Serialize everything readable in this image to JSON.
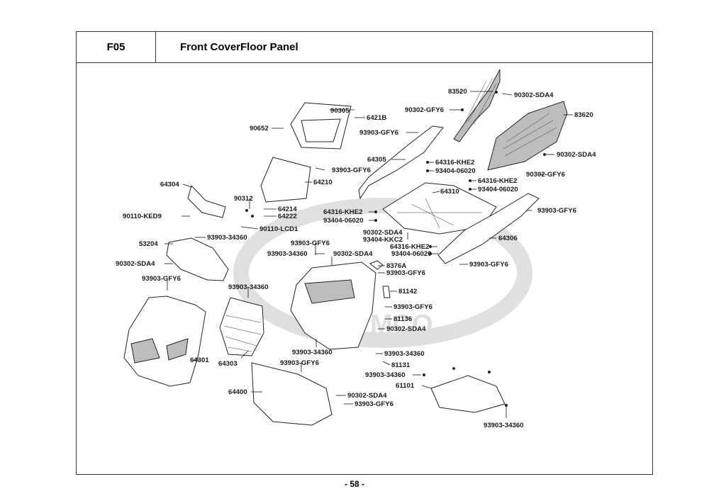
{
  "header": {
    "code": "F05",
    "title": "Front CoverFloor Panel"
  },
  "page_number": "- 58 -",
  "watermark": "KYMCO",
  "parts": [
    {
      "id": "83520",
      "label": "83520"
    },
    {
      "id": "90302-SDA4-a",
      "label": "90302-SDA4"
    },
    {
      "id": "90302-GFY6-a",
      "label": "90302-GFY6"
    },
    {
      "id": "83620",
      "label": "83620"
    },
    {
      "id": "90305",
      "label": "90305"
    },
    {
      "id": "6421B",
      "label": "6421B"
    },
    {
      "id": "90652",
      "label": "90652"
    },
    {
      "id": "93903-GFY6-a",
      "label": "93903-GFY6"
    },
    {
      "id": "90302-SDA4-b",
      "label": "90302-SDA4"
    },
    {
      "id": "64305",
      "label": "64305"
    },
    {
      "id": "64316-KHE2-a",
      "label": "64316-KHE2"
    },
    {
      "id": "93404-06020-a",
      "label": "93404-06020"
    },
    {
      "id": "93903-GFY6-b",
      "label": "93903-GFY6"
    },
    {
      "id": "90302-GFY6-b",
      "label": "90302-GFY6"
    },
    {
      "id": "64210",
      "label": "64210"
    },
    {
      "id": "64316-KHE2-b",
      "label": "64316-KHE2"
    },
    {
      "id": "93404-06020-b",
      "label": "93404-06020"
    },
    {
      "id": "64304",
      "label": "64304"
    },
    {
      "id": "64310",
      "label": "64310"
    },
    {
      "id": "90312",
      "label": "90312"
    },
    {
      "id": "64214",
      "label": "64214"
    },
    {
      "id": "64222",
      "label": "64222"
    },
    {
      "id": "64316-KHE2-c",
      "label": "64316-KHE2"
    },
    {
      "id": "93404-06020-c",
      "label": "93404-06020"
    },
    {
      "id": "93903-GFY6-c",
      "label": "93903-GFY6"
    },
    {
      "id": "90110-KED9",
      "label": "90110-KED9"
    },
    {
      "id": "90110-LCD1",
      "label": "90110-LCD1"
    },
    {
      "id": "90302-SDA4-c",
      "label": "90302-SDA4"
    },
    {
      "id": "93404-KKC2",
      "label": "93404-KKC2"
    },
    {
      "id": "64306",
      "label": "64306"
    },
    {
      "id": "93903-34360-a",
      "label": "93903-34360"
    },
    {
      "id": "53204",
      "label": "53204"
    },
    {
      "id": "93903-GFY6-d",
      "label": "93903-GFY6"
    },
    {
      "id": "64316-KHE2-d",
      "label": "64316-KHE2"
    },
    {
      "id": "93903-34360-b",
      "label": "93903-34360"
    },
    {
      "id": "90302-SDA4-d",
      "label": "90302-SDA4"
    },
    {
      "id": "93404-06020-d",
      "label": "93404-06020"
    },
    {
      "id": "90302-SDA4-e",
      "label": "90302-SDA4"
    },
    {
      "id": "8376A",
      "label": "8376A"
    },
    {
      "id": "93903-GFY6-e",
      "label": "93903-GFY6"
    },
    {
      "id": "93903-GFY6-f",
      "label": "93903-GFY6"
    },
    {
      "id": "93903-GFY6-g",
      "label": "93903-GFY6"
    },
    {
      "id": "81142",
      "label": "81142"
    },
    {
      "id": "93903-34360-c",
      "label": "93903-34360"
    },
    {
      "id": "93903-GFY6-h",
      "label": "93903-GFY6"
    },
    {
      "id": "81136",
      "label": "81136"
    },
    {
      "id": "90302-SDA4-f",
      "label": "90302-SDA4"
    },
    {
      "id": "93903-34360-d",
      "label": "93903-34360"
    },
    {
      "id": "93903-34360-e",
      "label": "93903-34360"
    },
    {
      "id": "64301",
      "label": "64301"
    },
    {
      "id": "64303",
      "label": "64303"
    },
    {
      "id": "93903-GFY6-i",
      "label": "93903-GFY6"
    },
    {
      "id": "81131",
      "label": "81131"
    },
    {
      "id": "93903-34360-f",
      "label": "93903-34360"
    },
    {
      "id": "61101",
      "label": "61101"
    },
    {
      "id": "64400",
      "label": "64400"
    },
    {
      "id": "90302-SDA4-g",
      "label": "90302-SDA4"
    },
    {
      "id": "93903-GFY6-j",
      "label": "93903-GFY6"
    },
    {
      "id": "93903-34360-g",
      "label": "93903-34360"
    }
  ]
}
